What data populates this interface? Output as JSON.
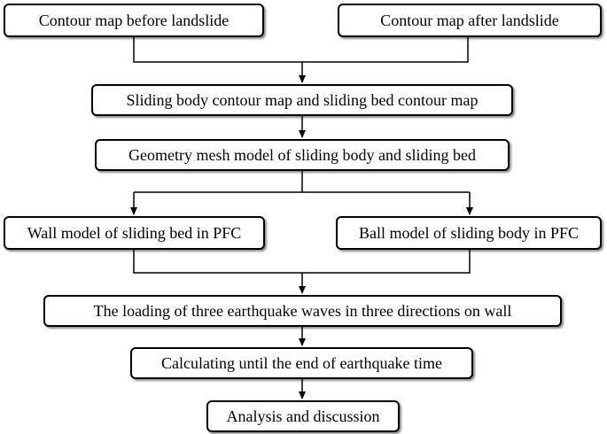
{
  "nodes": {
    "contour_before": "Contour map before landslide",
    "contour_after": "Contour map after landslide",
    "sliding_contour": "Sliding body contour map and sliding bed contour map",
    "geometry_mesh": "Geometry mesh model of sliding body and sliding bed",
    "wall_model": "Wall model of sliding bed in PFC",
    "ball_model": "Ball model of sliding body in PFC",
    "loading": "The loading of three earthquake waves in three directions on wall",
    "calculating": "Calculating until the end of earthquake time",
    "analysis": "Analysis and discussion"
  },
  "edges": [
    [
      "contour_before",
      "sliding_contour"
    ],
    [
      "contour_after",
      "sliding_contour"
    ],
    [
      "sliding_contour",
      "geometry_mesh"
    ],
    [
      "geometry_mesh",
      "wall_model"
    ],
    [
      "geometry_mesh",
      "ball_model"
    ],
    [
      "wall_model",
      "loading"
    ],
    [
      "ball_model",
      "loading"
    ],
    [
      "loading",
      "calculating"
    ],
    [
      "calculating",
      "analysis"
    ]
  ],
  "colors": {
    "line": "#000000",
    "box_border": "#000000",
    "background": "#ffffff"
  }
}
